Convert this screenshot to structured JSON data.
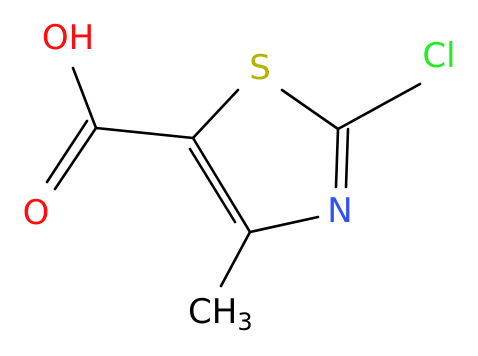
{
  "molecule": {
    "atoms": {
      "hydroxyl": {
        "text": "OH",
        "element": "O",
        "color": "#ff0d0d"
      },
      "carbonyl_oxygen": {
        "text": "O",
        "element": "O",
        "color": "#ff0d0d"
      },
      "sulfur": {
        "text": "S",
        "element": "S",
        "color": "#b2b200"
      },
      "chlorine": {
        "text": "Cl",
        "element": "Cl",
        "color": "#1fef1f"
      },
      "nitrogen": {
        "text": "N",
        "element": "N",
        "color": "#3050f8"
      },
      "methyl": {
        "text": "CH",
        "subscript": "3",
        "element": "C",
        "color": "#000000"
      }
    },
    "bond_color": "#000000"
  }
}
